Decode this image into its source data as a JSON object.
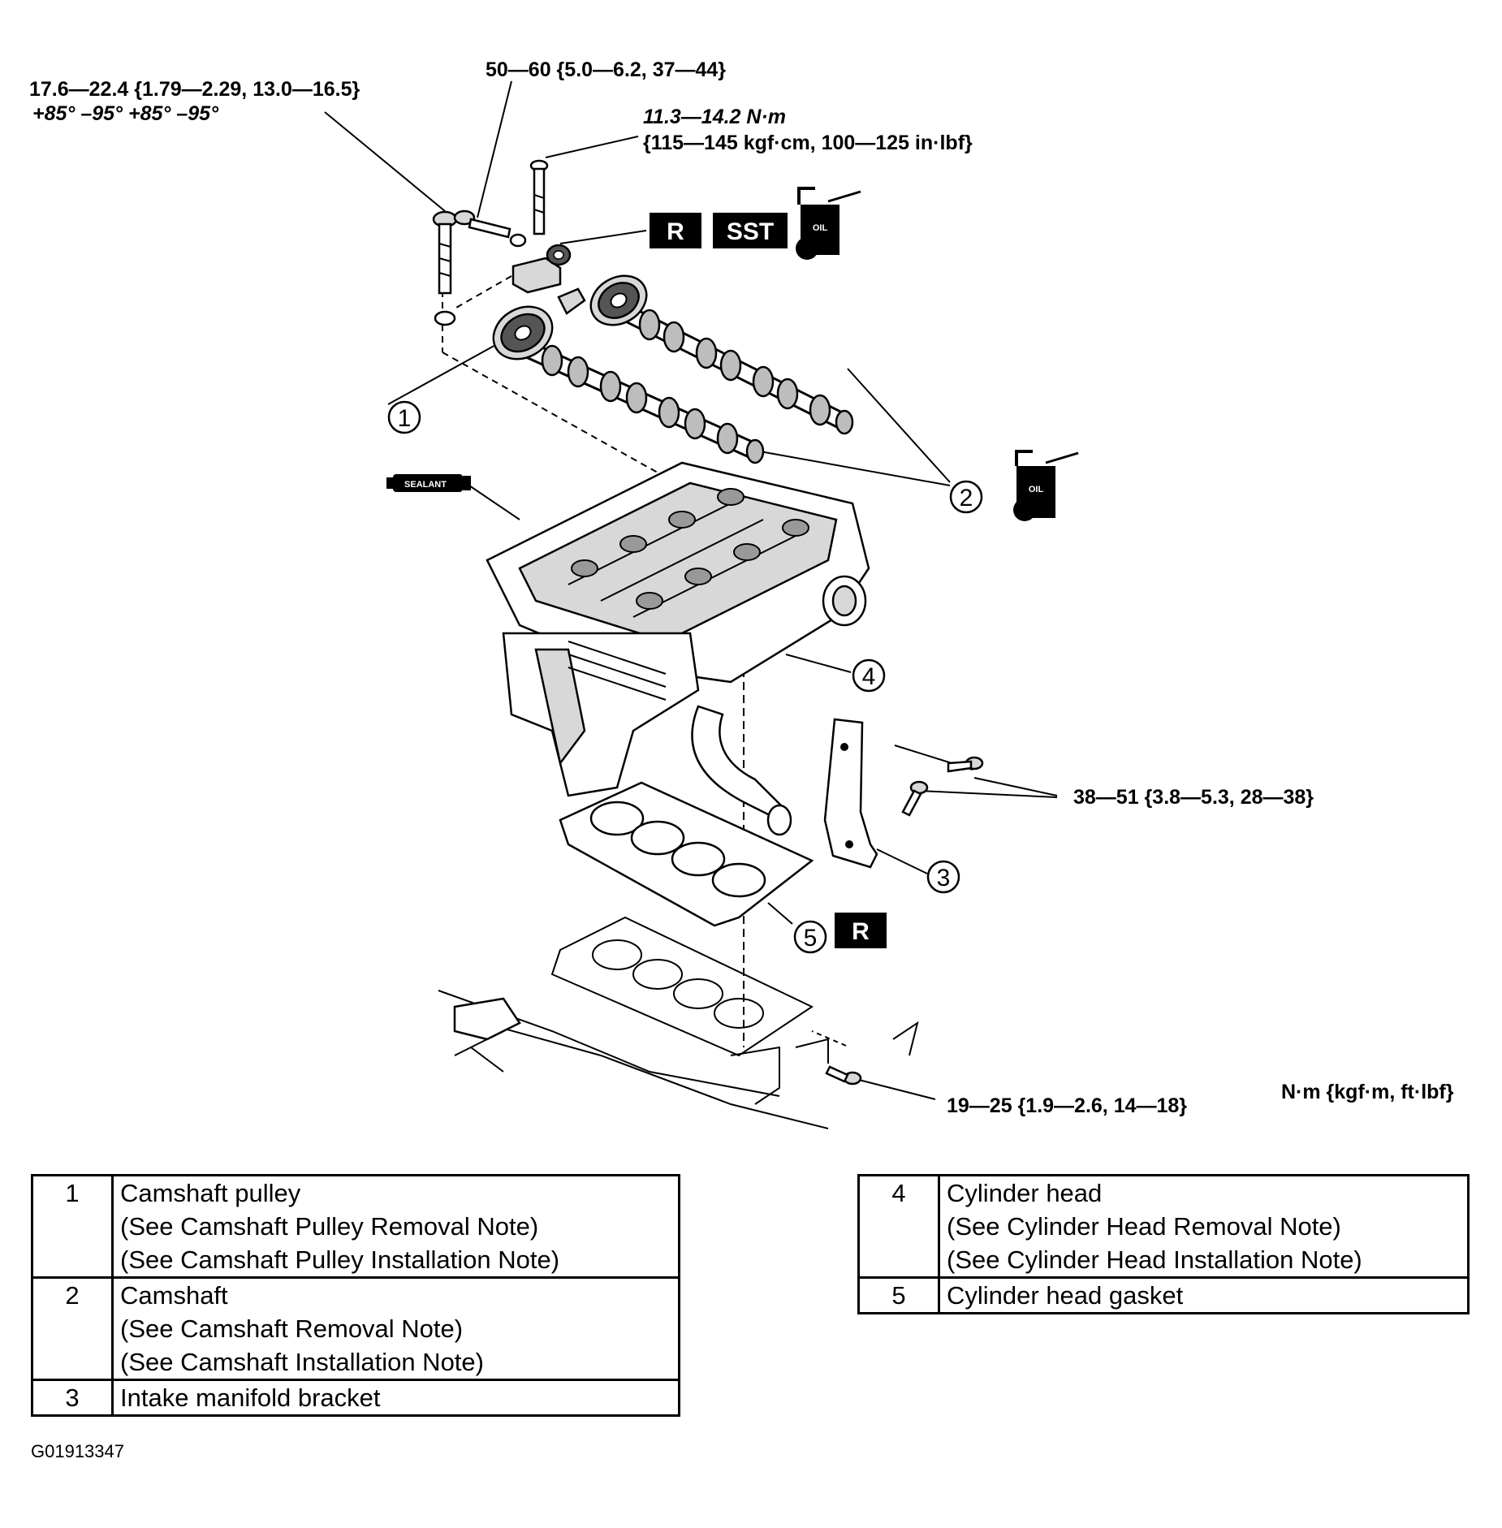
{
  "torque_specs": {
    "head_bolt_line1": "17.6—22.4 {1.79—2.29, 13.0—16.5}",
    "head_bolt_line2": "+85° –95° +85° –95°",
    "cap_bolt": "50—60 {5.0—6.2, 37—44}",
    "cover_bolt_line1": "11.3—14.2 N·m",
    "cover_bolt_line2": "{115—145 kgf·cm, 100—125 in·lbf}",
    "bracket_bolt": "38—51 {3.8—5.3, 28—38}",
    "lower_bolt": "19—25 {1.9—2.6, 14—18}",
    "units": "N·m {kgf·m, ft·lbf}"
  },
  "tags": {
    "replace": "R",
    "special_tool": "SST",
    "sealant": "SEALANT",
    "oil": "OIL"
  },
  "callouts": [
    "1",
    "2",
    "3",
    "4",
    "5"
  ],
  "legend_left": [
    {
      "num": "1",
      "lines": [
        "Camshaft pulley",
        "(See Camshaft Pulley Removal Note)",
        "(See Camshaft Pulley Installation Note)"
      ]
    },
    {
      "num": "2",
      "lines": [
        "Camshaft",
        "(See Camshaft Removal Note)",
        "(See Camshaft Installation Note)"
      ]
    },
    {
      "num": "3",
      "lines": [
        "Intake manifold bracket"
      ]
    }
  ],
  "legend_right": [
    {
      "num": "4",
      "lines": [
        "Cylinder head",
        "(See Cylinder Head Removal Note)",
        "(See Cylinder Head Installation Note)"
      ]
    },
    {
      "num": "5",
      "lines": [
        "Cylinder head gasket"
      ]
    }
  ],
  "figure_code": "G01913347"
}
